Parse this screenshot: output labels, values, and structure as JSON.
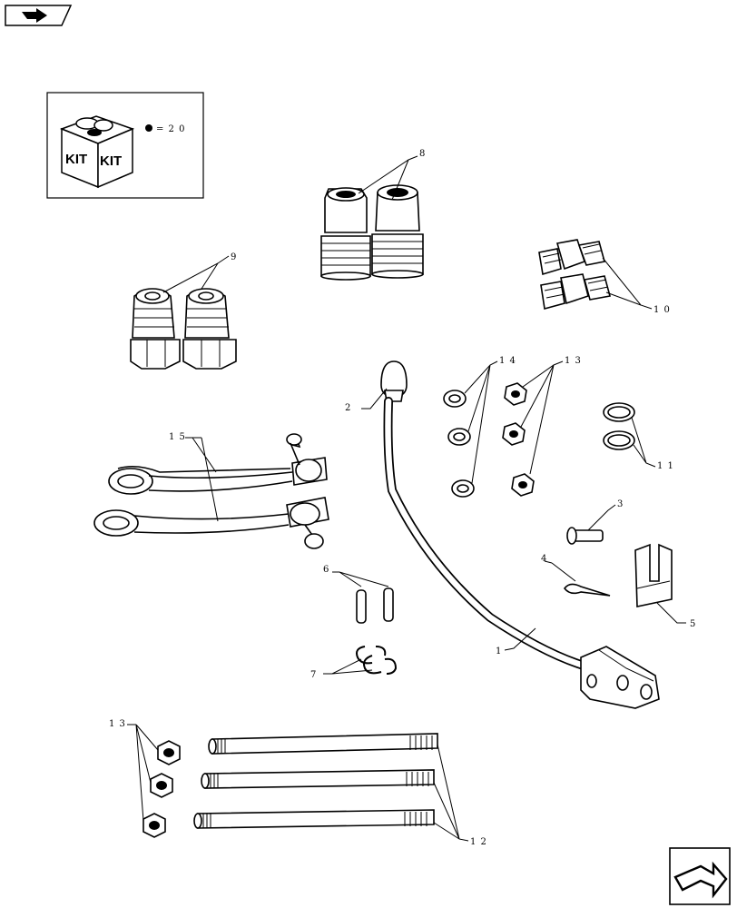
{
  "kit_box": {
    "label_left": "KIT",
    "label_right": "KIT",
    "legend": "= 2 0"
  },
  "callouts": {
    "c1": "1",
    "c2": "2",
    "c3": "3",
    "c4": "4",
    "c5": "5",
    "c6": "6",
    "c7": "7",
    "c8": "8",
    "c9": "9",
    "c10": "1 0",
    "c11": "1 1",
    "c12": "1 2",
    "c13a": "1 3",
    "c13b": "1 3",
    "c14": "1 4",
    "c15": "1 5"
  },
  "icons": {
    "top_left": "back-arrow-icon",
    "bottom_right": "next-page-arrow-icon"
  }
}
